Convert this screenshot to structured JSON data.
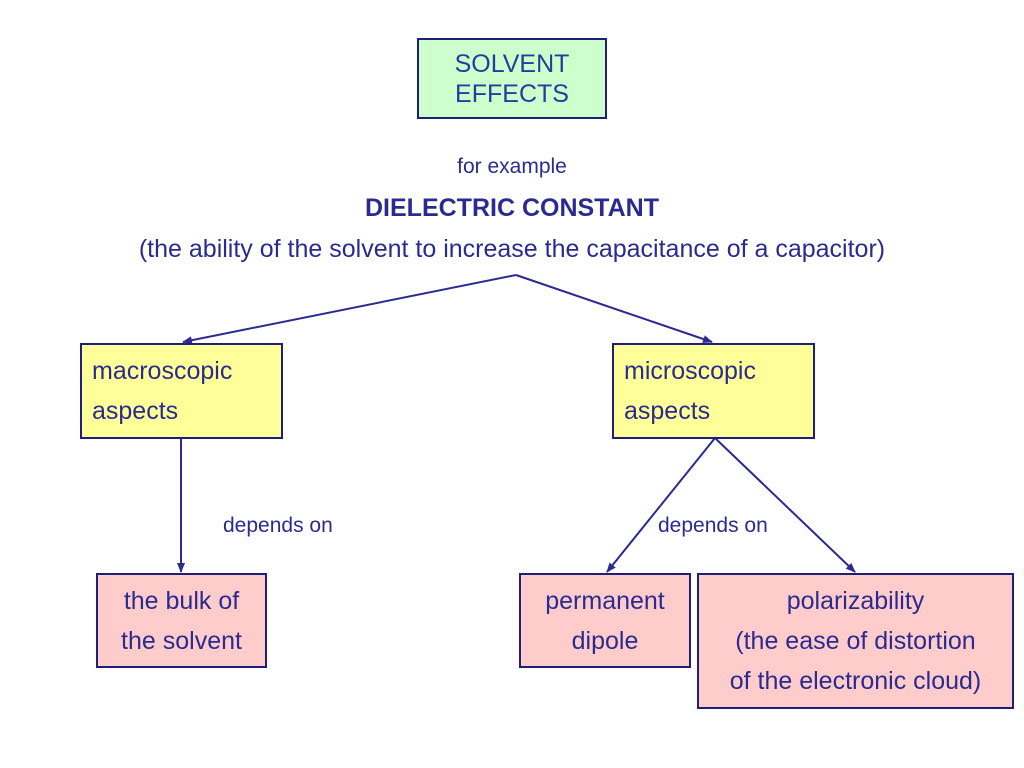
{
  "title": {
    "line1": "SOLVENT",
    "line2": "EFFECTS"
  },
  "intro": "for example",
  "heading": "DIELECTRIC CONSTANT",
  "definition": "(the ability of the solvent to increase the capacitance of a capacitor)",
  "macroscopic": {
    "line1": "macroscopic",
    "line2": "aspects"
  },
  "microscopic": {
    "line1": "microscopic",
    "line2": "aspects"
  },
  "edge_label_left": "depends on",
  "edge_label_right": "depends on",
  "bulk": {
    "line1": "the bulk of",
    "line2": "the solvent"
  },
  "dipole": {
    "line1": "permanent",
    "line2": "dipole"
  },
  "polarizability": {
    "line1": "polarizability",
    "line2": "(the ease of distortion",
    "line3": "of the electronic cloud)"
  },
  "colors": {
    "title_box": "#ccffcc",
    "aspect_box": "#ffff99",
    "leaf_box": "#ffcccc",
    "text": "#2b2b8f",
    "border": "#1f1f7a"
  }
}
